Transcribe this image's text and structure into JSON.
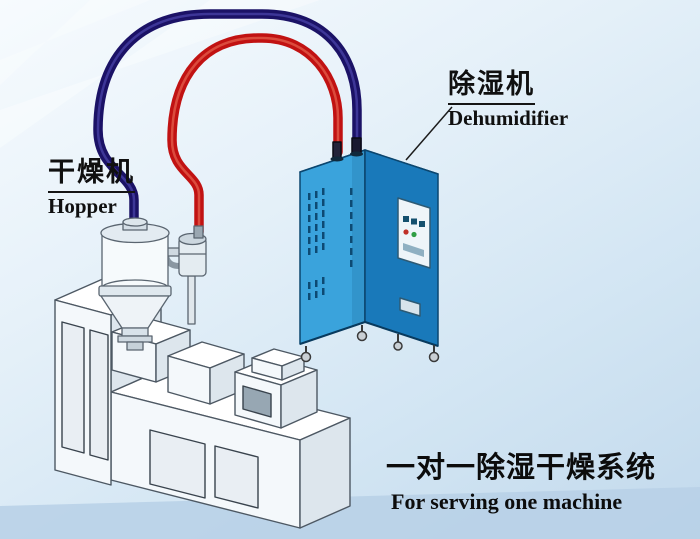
{
  "labels": {
    "dryer": {
      "zh": "干燥机",
      "en": "Hopper"
    },
    "dehumidifier": {
      "zh": "除湿机",
      "en": "Dehumidifier"
    }
  },
  "caption": {
    "zh": "一对一除湿干燥系统",
    "en": "For serving one machine"
  },
  "colors": {
    "pipe_supply_red": "#c11212",
    "pipe_return_blue": "#1b1266",
    "dehumidifier_front": "#3aa3dc",
    "dehumidifier_side": "#1979ba",
    "dehumidifier_top": "#82c7ea",
    "machine_line": "#4d5863",
    "label_text": "#111111",
    "background_top": "#f3f9fd",
    "background_bottom": "#c2d9ec"
  },
  "parts": {
    "return_pipe": "return-air-pipe",
    "supply_pipe": "dry-air-supply-pipe",
    "hopper": "hopper-dryer",
    "blower": "filter-blower",
    "extruder": "extruder-machine",
    "dehumidifier": "dehumidifier-cabinet"
  }
}
